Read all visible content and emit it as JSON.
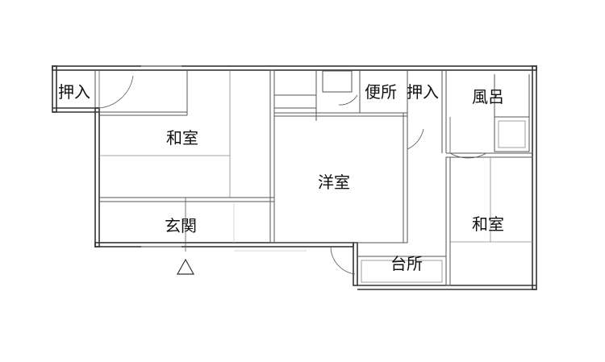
{
  "rooms": {
    "oshiire_left": "押入",
    "washitsu_left": "和室",
    "genkan": "玄関",
    "benjo": "便所",
    "oshiire_center": "押入",
    "yoshitsu": "洋室",
    "furo": "風呂",
    "washitsu_right": "和室",
    "daidokoro": "台所"
  },
  "entrance_symbol": "triangle-icon",
  "colors": {
    "walls": "#333333",
    "text": "#111111",
    "background": "#ffffff"
  }
}
